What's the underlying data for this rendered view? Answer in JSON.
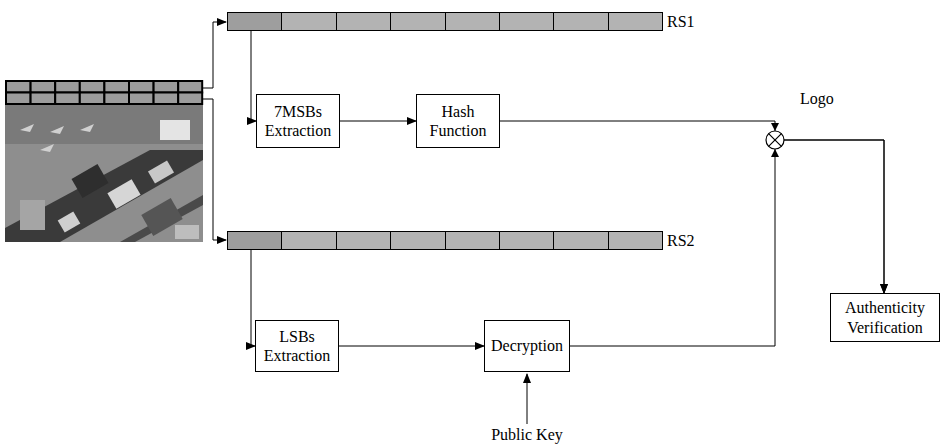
{
  "diagram": {
    "nodes": [
      {
        "text": [
          "RS1"
        ]
      },
      {
        "text": [
          "7MSBs Extraction"
        ]
      },
      {
        "text": [
          "Hash Function"
        ]
      },
      {
        "text": [
          "RS2"
        ]
      },
      {
        "text": [
          "LSBs Extraction"
        ]
      },
      {
        "text": [
          "Decryption"
        ]
      },
      {
        "text": [
          "Authenticity Verification"
        ]
      }
    ],
    "edges": [
      {
        "from": 0,
        "to": 1,
        "arrow": "to"
      },
      {
        "from": 1,
        "to": 2,
        "arrow": "to"
      },
      {
        "from": 2,
        "to": 6,
        "arrow": "to"
      },
      {
        "from": 3,
        "to": 4,
        "arrow": "to"
      },
      {
        "from": 4,
        "to": 5,
        "arrow": "to"
      },
      {
        "from": 5,
        "to": 6,
        "arrow": "to"
      }
    ],
    "labels": [
      "Logo",
      "Public Key"
    ]
  }
}
